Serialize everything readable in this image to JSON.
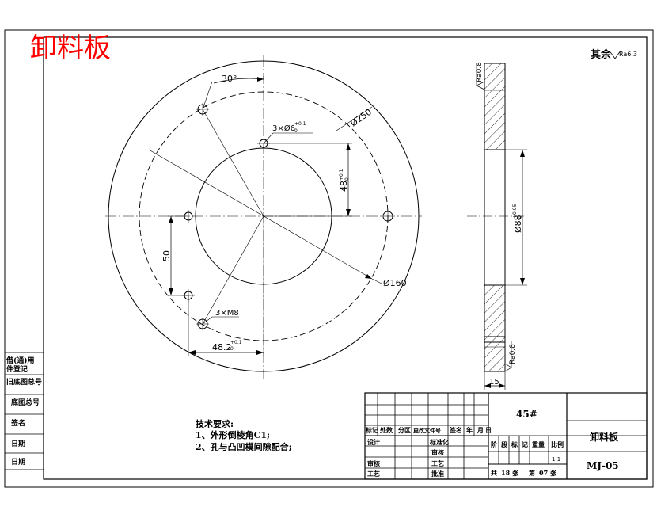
{
  "title_stamp": "卸料板",
  "roughness_rest": {
    "prefix": "其余",
    "value": "Ra6.3"
  },
  "dimensions": {
    "angle": "30°",
    "pcd": "Ø250",
    "hole_spec": "3×Ø6",
    "hole_tol": "+0.1",
    "hole_base": "0",
    "dim_48": "48",
    "dim_48_tol": "+0.1",
    "dim_48_base": "0",
    "dim_50": "50",
    "screw_spec": "3×M8",
    "dim_48_2": "48.2",
    "dim_48_2_tol": "+0.1",
    "dim_48_2_base": "0",
    "outer_dia": "Ø160",
    "bore_dia": "Ø88",
    "bore_tol": "+0.05",
    "bore_base": "0",
    "thickness": "15",
    "ra_top": "Ra0.8",
    "ra_bottom": "Ra0.8"
  },
  "tech_requirements": {
    "heading": "技术要求:",
    "items": [
      "1、外形倒棱角C1;",
      "2、孔与凸凹模间隙配合;"
    ]
  },
  "left_stamps": [
    "借(通)用",
    "件登记",
    "旧底图总号",
    "底图总号",
    "签名",
    "日期",
    "日期"
  ],
  "title_block": {
    "material": "45#",
    "part_name": "卸料板",
    "drawing_no": "MJ-05",
    "revision_header": [
      "标记",
      "处数",
      "分区",
      "更改文件号",
      "签名",
      "年",
      "月",
      "日"
    ],
    "row_design": "设计",
    "row_standard": "标准化",
    "row_review_mid": "审核",
    "row_check": "审核",
    "row_process": "工艺",
    "row_craft": "工艺",
    "row_approve": "批准",
    "stage_labels": [
      "阶",
      "段",
      "标",
      "记"
    ],
    "weight_label": "重量",
    "scale_label": "比例",
    "scale_value": "1:1",
    "sheets": {
      "total_prefix": "共",
      "total": "18",
      "total_suffix": "张",
      "num_prefix": "第",
      "num": "07",
      "num_suffix": "张"
    }
  }
}
